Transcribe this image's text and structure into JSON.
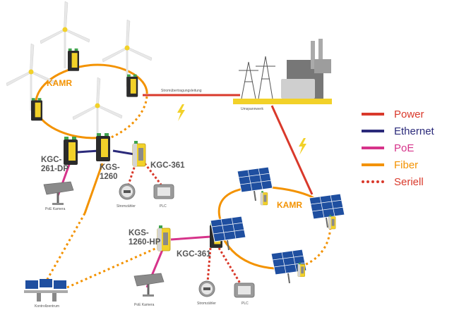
{
  "legend": [
    {
      "label": "Power",
      "color": "#d9392b",
      "style": "solid"
    },
    {
      "label": "Ethernet",
      "color": "#2b2a7a",
      "style": "solid"
    },
    {
      "label": "PoE",
      "color": "#d6338a",
      "style": "solid"
    },
    {
      "label": "Fiber",
      "color": "#f39200",
      "style": "solid"
    },
    {
      "label": "Seriell",
      "color": "#d9392b",
      "style": "dotted"
    }
  ],
  "rings": {
    "wind": "KAMR",
    "solar": "KAMR"
  },
  "devices": {
    "kgc261dp": "KGC-\n261-DP",
    "kgs1260": "KGS-\n1260",
    "kgc361_top": "KGC-361",
    "kgs1260hp": "KGS-\n1260-HP",
    "kgc361_bottom": "KGC-361"
  },
  "captions": {
    "power_line": "Stromübertragungsleitung",
    "substation": "Umspannwerk",
    "poe_camera_top": "PoE Kamera",
    "meter_top": "Stromzähler",
    "plc_top": "PLC",
    "control_center": "Kontrollzentrum",
    "poe_camera_bottom": "PoE Kamera",
    "meter_bottom": "Stromzähler",
    "plc_bottom": "PLC"
  },
  "colors": {
    "power": "#d9392b",
    "ethernet": "#2b2a7a",
    "poe": "#d6338a",
    "fiber": "#f39200",
    "serial": "#d9392b",
    "device_yellow": "#f2d129",
    "device_dark": "#2b2b2b",
    "solar_panel": "#1f4fa0",
    "turbine": "#e8e8e8",
    "hub": "#f2d129",
    "gray_device": "#9a9a9a"
  },
  "icons": [
    "wind-turbine-icon",
    "solar-panel-icon",
    "industrial-switch-icon",
    "power-plant-icon",
    "transmission-tower-icon",
    "lightning-icon",
    "ptz-camera-icon",
    "meter-icon",
    "plc-icon",
    "control-desk-icon"
  ]
}
